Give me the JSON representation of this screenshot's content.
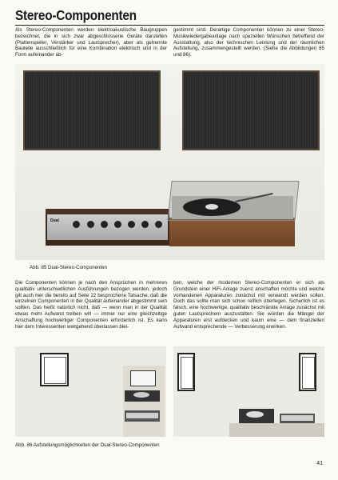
{
  "page": {
    "title": "Stereo-Componenten",
    "intro_left": "Als Stereo-Componenten werden elektroakustische Baugruppen bezeichnet, die in sich zwar abgeschlossene Geräte darstellen (Plattenspieler, Verstärker und Lautsprecher), aber als getrennte Bauteile ausschließlich für eine Kombination elektrisch und in der Form aufeinander ab-",
    "intro_right": "gestimmt sind. Derartige Componenten können zu einer Stereo-Musikwiedergabeanlage nach speziellen Wünschen betreffend der Ausstattung, also der technischen Leistung und der räumlichen Aufstellung, zusammengestellt werden. (Siehe die Abbildungen 85 und 86).",
    "fig85_caption": "Abb. 85   Dual-Stereo-Componenten",
    "body_left": "Die Componenten können je nach den Ansprüchen in mehreren qualitativ unterschiedlichen Ausführungen bezogen werden, jedoch gilt auch hier die bereits auf Seite 22 besprochene Tatsache, daß die einzelnen Componenten in der Qualität aufeinander abgestimmt sein sollten. Das heißt natürlich nicht, daß — wenn man in der Qualität etwas mehr Aufwand treiben will — immer nur eine gleichzeitige Anschaffung hochwertiger Componenten erforderlich ist. Es kann hier dem Interessenten weitgehend überlassen blei-",
    "body_right": "ben, welche der modernen Stereo-Componenten er sich als Grundstein einer HiFi-Anlage zuerst anschaffen möchte und welche vorhandenen Apparaturen zunächst mit verwandt werden sollen. Doch das sollte man sich schon reiflich überlegen. Sicherlich ist es falsch, eine hochwertige, qualitativ beschränkte Anlage zunächst mit guten Lautsprechern auszustatten. Sie würden die Mängel der Apparaturen erst aufdecken und kaum eine — dem finanziellen Aufwand entsprechende — Verbesserung erwirken.",
    "fig86_caption": "Abb. 86   Aufstellungsmöglichkeiten der Dual-Stereo-Componenten",
    "page_number": "41",
    "brand_label": "Dual"
  }
}
